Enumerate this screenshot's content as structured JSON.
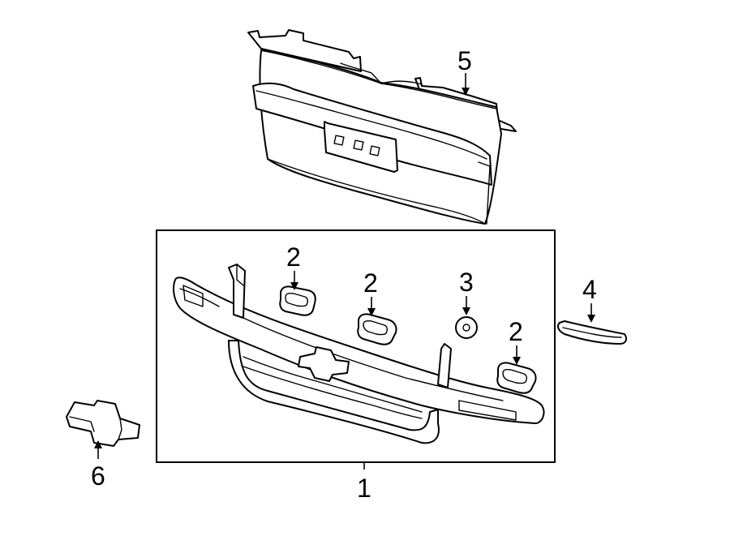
{
  "callouts": {
    "c1": "1",
    "c2a": "2",
    "c2b": "2",
    "c2c": "2",
    "c3": "3",
    "c4": "4",
    "c5": "5",
    "c6": "6"
  },
  "colors": {
    "line": "#000000",
    "background": "#ffffff"
  }
}
